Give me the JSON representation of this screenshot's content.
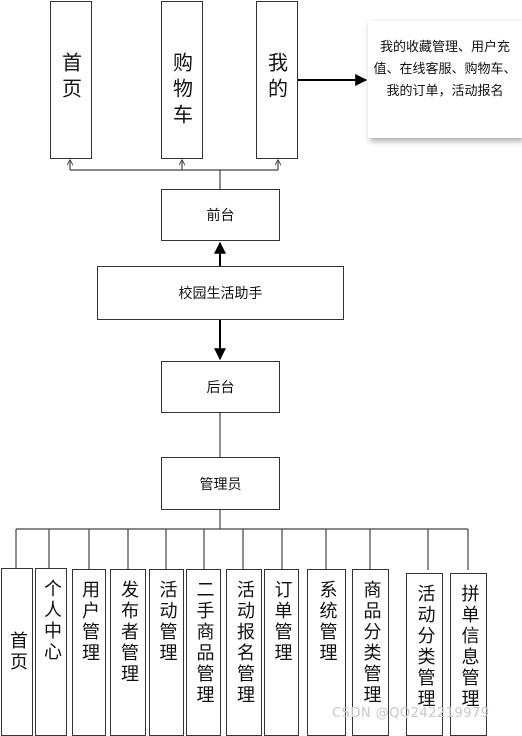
{
  "top_boxes": [
    {
      "id": "home",
      "label": "首页"
    },
    {
      "id": "cart",
      "label": "购物车"
    },
    {
      "id": "mine",
      "label": "我的"
    }
  ],
  "note": "我的收藏管理、用户充值、在线客服、购物车、我的订单，活动报名",
  "frontend": "前台",
  "root": "校园生活助手",
  "backend": "后台",
  "admin": "管理员",
  "admin_modules": [
    "首页",
    "个人中心",
    "用户管理",
    "发布者管理",
    "活动管理",
    "二手商品管理",
    "活动报名管理",
    "订单管理",
    "系统管理",
    "商品分类管理",
    "活动分类管理",
    "拼单信息管理"
  ],
  "watermark": "CSDN @QQ242219979"
}
